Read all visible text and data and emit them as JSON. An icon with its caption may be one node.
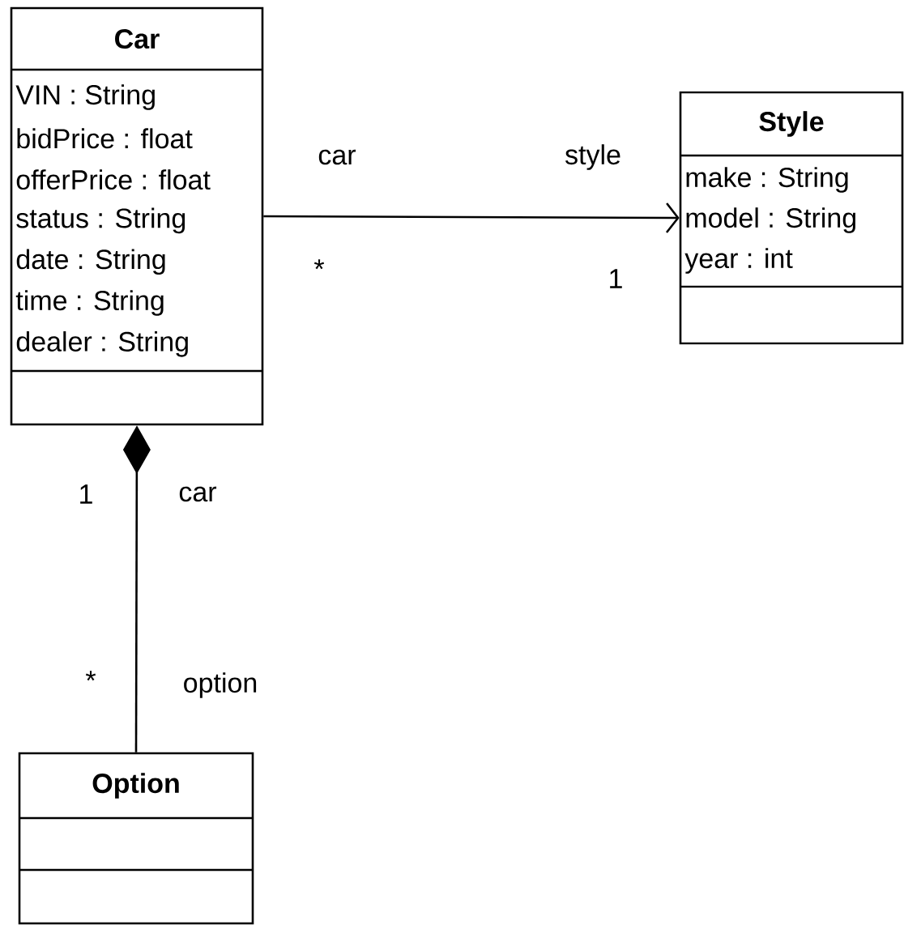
{
  "diagram": {
    "nodes": [
      {
        "text": [
          "Car",
          "VIN : String",
          "bidPrice : float",
          "offerPrice : float",
          "status : String",
          "date : String",
          "time : String",
          "dealer : String"
        ]
      },
      {
        "text": [
          "Style",
          "make : String",
          "model : String",
          "year : int"
        ]
      },
      {
        "text": [
          "Option"
        ]
      }
    ],
    "edges": [
      {
        "from": 0,
        "to": 1,
        "arrow": "to"
      },
      {
        "from": 0,
        "to": 2,
        "arrow": "other"
      }
    ],
    "labels": [
      "car",
      "style",
      "*",
      "1",
      "1",
      "car",
      "*",
      "option"
    ]
  }
}
